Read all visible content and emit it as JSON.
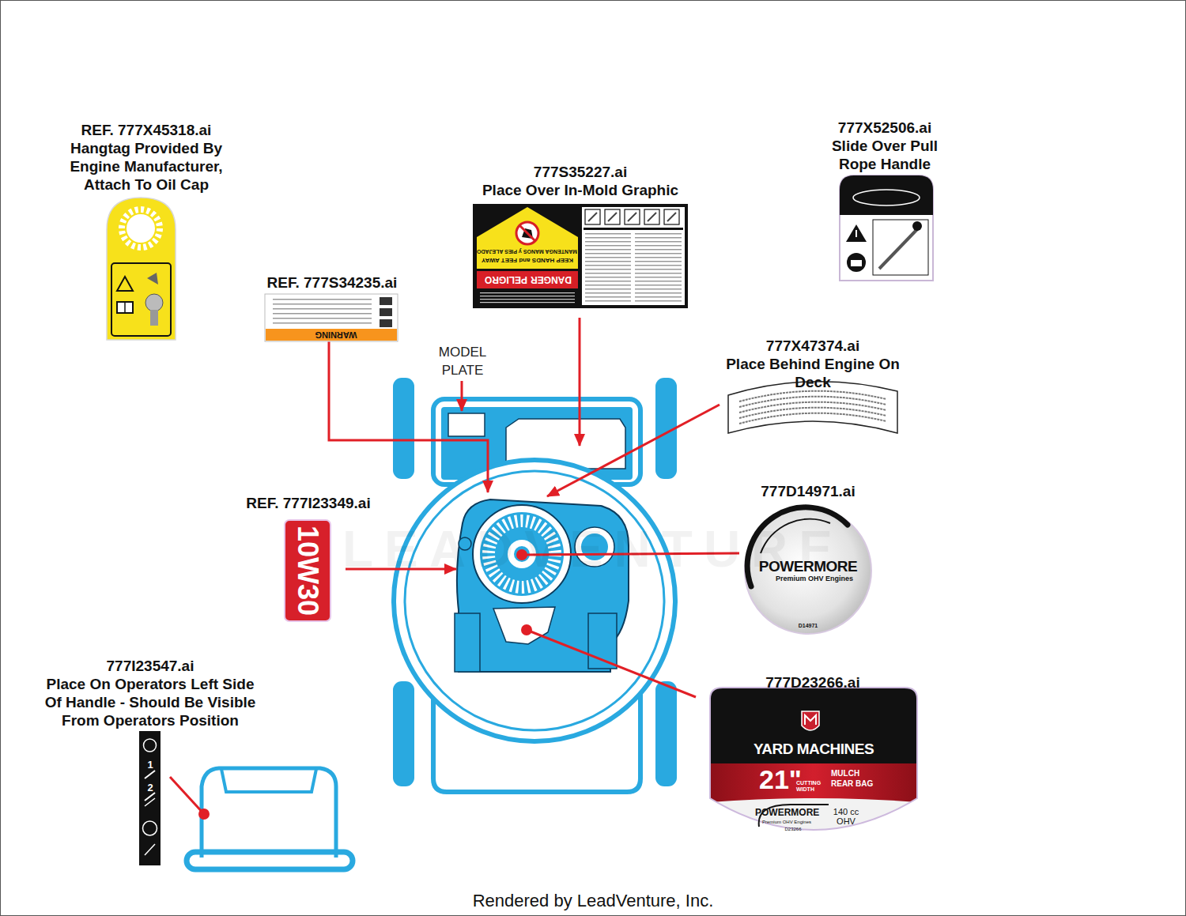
{
  "diagram": {
    "nodes": [
      {
        "text": [
          "REF. 777X45318.ai",
          "Hangtag Provided By Engine Manufacturer, Attach To Oil Cap"
        ]
      },
      {
        "text": [
          "777S35227.ai",
          "Place Over In-Mold Graphic",
          "PELIGRO",
          "DANGER",
          "MANTENGA MANOS y PIES ALEJADOS",
          "KEEP HANDS and FEET AWAY"
        ]
      },
      {
        "text": [
          "777X52506.ai",
          "Slide Over Pull Rope Handle"
        ]
      },
      {
        "text": [
          "REF. 777S34235.ai",
          "WARNING"
        ]
      },
      {
        "text": [
          "MODEL PLATE"
        ]
      },
      {
        "text": [
          "777X47374.ai",
          "Place Behind Engine On Deck"
        ]
      },
      {
        "text": [
          "REF. 777I23349.ai",
          "10W30"
        ]
      },
      {
        "text": [
          "777D14971.ai",
          "POWERMORE",
          "Premium OHV Engines",
          "D14971"
        ]
      },
      {
        "text": [
          "777I23547.ai",
          "Place On Operators Left Side Of Handle - Should Be Visible From Operators Position",
          "1",
          "2"
        ]
      },
      {
        "text": [
          "777D23266.ai",
          "YARD MACHINES",
          "21\"",
          "CUTTING WIDTH",
          "MULCH REAR BAG",
          "POWERMORE",
          "Premium OHV Engines",
          "140 cc OHV",
          "D23266"
        ]
      }
    ],
    "labels": [
      "LEADVENTURE",
      "Rendered by LeadVenture, Inc."
    ]
  }
}
